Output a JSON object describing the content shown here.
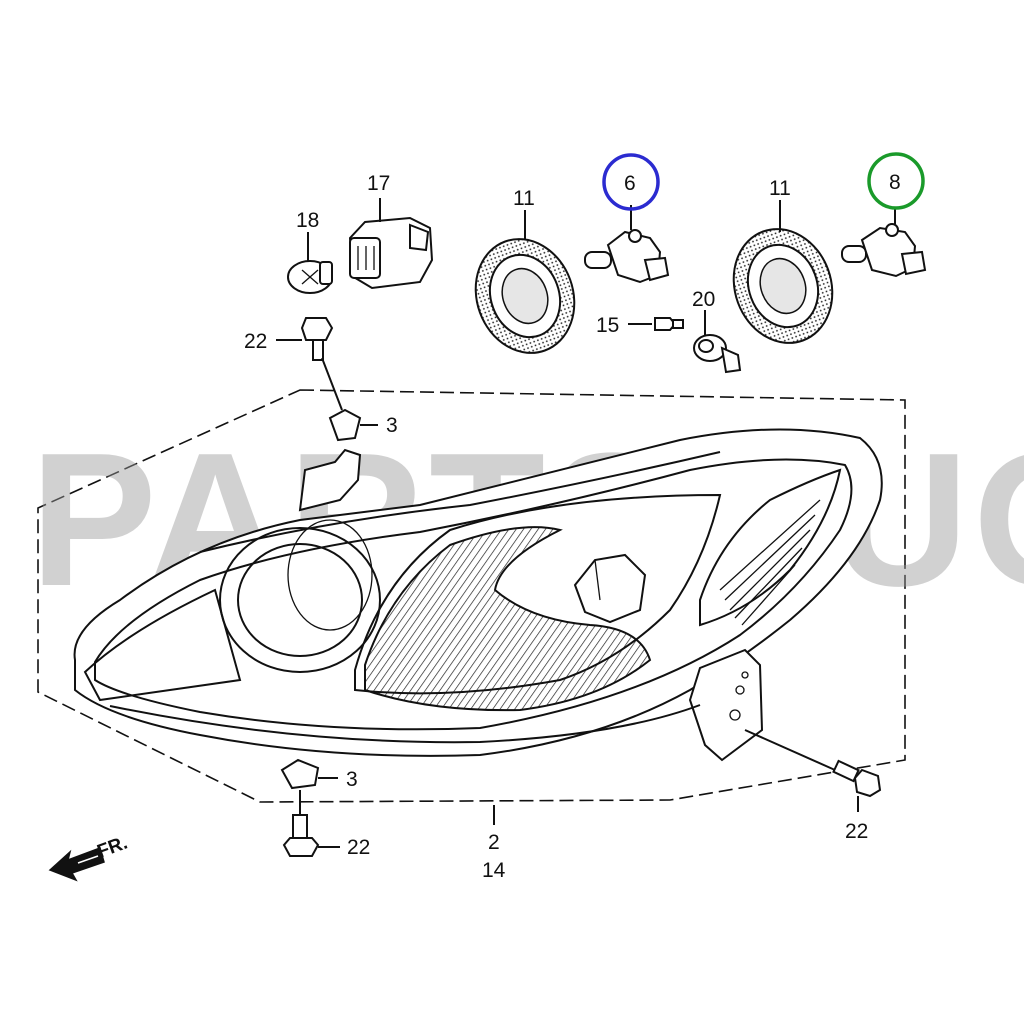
{
  "watermark": "PARTSOUQ",
  "direction_label": "FR.",
  "callouts": {
    "c17": "17",
    "c18": "18",
    "c22a": "22",
    "c3a": "3",
    "c11a": "11",
    "c6": "6",
    "c15": "15",
    "c20": "20",
    "c11b": "11",
    "c8": "8",
    "c3b": "3",
    "c22b": "22",
    "c2": "2",
    "c14": "14",
    "c22c": "22"
  },
  "highlight_colors": {
    "part_6_circle": "#2b2bd0",
    "part_8_circle": "#1a9a2a"
  }
}
